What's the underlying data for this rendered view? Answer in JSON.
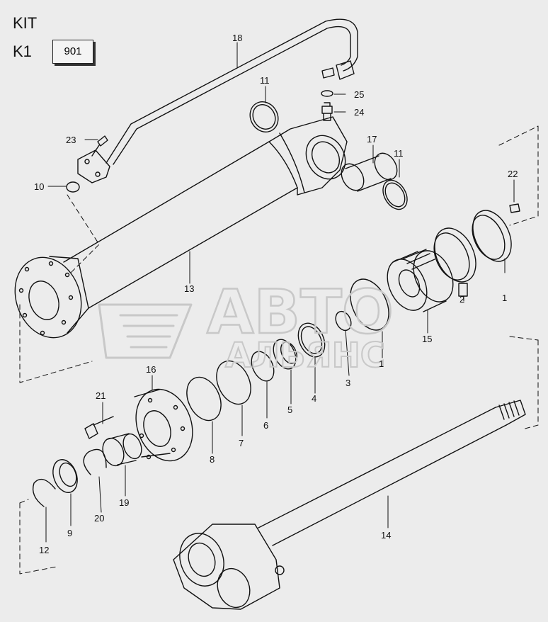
{
  "header": {
    "kit_label": "KIT",
    "k1_label": "K1",
    "kit_number": "901"
  },
  "watermark": {
    "line1": "АВТО",
    "line2": "АЛЬЯНС",
    "color": "#c8c8c8"
  },
  "callouts": [
    {
      "id": "c18",
      "text": "18"
    },
    {
      "id": "c11a",
      "text": "11"
    },
    {
      "id": "c25",
      "text": "25"
    },
    {
      "id": "c24",
      "text": "24"
    },
    {
      "id": "c23",
      "text": "23"
    },
    {
      "id": "c17",
      "text": "17"
    },
    {
      "id": "c11b",
      "text": "11"
    },
    {
      "id": "c10",
      "text": "10"
    },
    {
      "id": "c22",
      "text": "22"
    },
    {
      "id": "c13",
      "text": "13"
    },
    {
      "id": "c1a",
      "text": "1"
    },
    {
      "id": "c2",
      "text": "2"
    },
    {
      "id": "c15",
      "text": "15"
    },
    {
      "id": "c1b",
      "text": "1"
    },
    {
      "id": "c3",
      "text": "3"
    },
    {
      "id": "c4",
      "text": "4"
    },
    {
      "id": "c5",
      "text": "5"
    },
    {
      "id": "c6",
      "text": "6"
    },
    {
      "id": "c7",
      "text": "7"
    },
    {
      "id": "c8",
      "text": "8"
    },
    {
      "id": "c16",
      "text": "16"
    },
    {
      "id": "c21",
      "text": "21"
    },
    {
      "id": "c20",
      "text": "20"
    },
    {
      "id": "c19",
      "text": "19"
    },
    {
      "id": "c9",
      "text": "9"
    },
    {
      "id": "c12",
      "text": "12"
    },
    {
      "id": "c14",
      "text": "14"
    }
  ]
}
